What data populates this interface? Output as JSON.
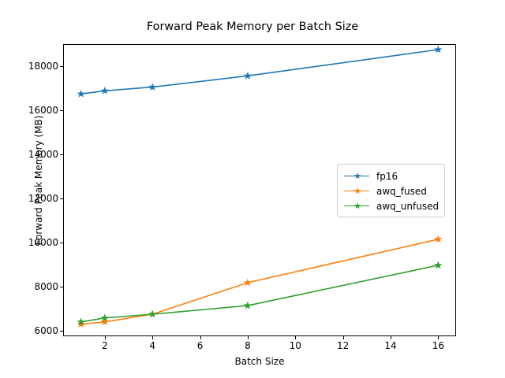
{
  "chart_data": {
    "type": "line",
    "title": "Forward Peak Memory per Batch Size",
    "xlabel": "Batch Size",
    "ylabel": "Forward Peak Memory (MB)",
    "x": [
      1,
      2,
      4,
      8,
      16
    ],
    "xlim": [
      0.25,
      16.75
    ],
    "ylim": [
      5750,
      19000
    ],
    "xticks": [
      2,
      4,
      6,
      8,
      10,
      12,
      14,
      16
    ],
    "xticklabels": [
      "2",
      "4",
      "6",
      "8",
      "10",
      "12",
      "14",
      "16"
    ],
    "yticks": [
      6000,
      8000,
      10000,
      12000,
      14000,
      16000,
      18000
    ],
    "yticklabels": [
      "6000",
      "8000",
      "10000",
      "12000",
      "14000",
      "16000",
      "18000"
    ],
    "grid": false,
    "legend_position": "center right",
    "marker": "star",
    "series": [
      {
        "name": "fp16",
        "color": "#1f77b4",
        "values": [
          16740,
          16880,
          17050,
          17560,
          18750
        ]
      },
      {
        "name": "awq_fused",
        "color": "#ff7f0e",
        "values": [
          6300,
          6400,
          6750,
          8180,
          10150
        ]
      },
      {
        "name": "awq_unfused",
        "color": "#2ca02c",
        "values": [
          6400,
          6580,
          6750,
          7140,
          8970
        ]
      }
    ]
  }
}
